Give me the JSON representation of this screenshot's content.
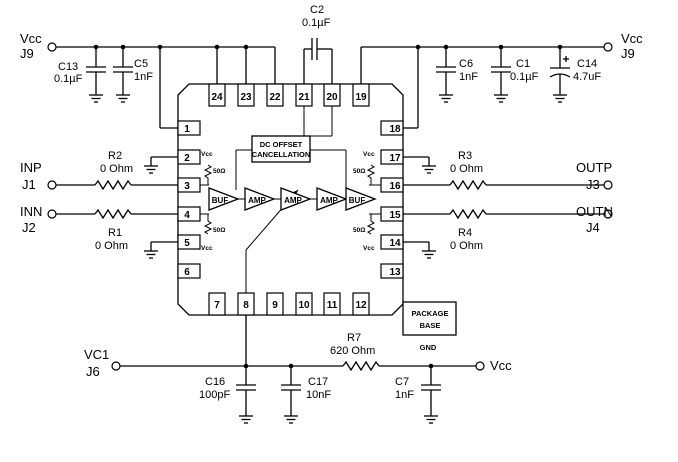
{
  "connectors": {
    "vcc_j9_left": [
      "Vcc",
      "J9"
    ],
    "vcc_j9_right": [
      "Vcc",
      "J9"
    ],
    "inp": [
      "INP",
      "J1"
    ],
    "inn": [
      "INN",
      "J2"
    ],
    "outp": [
      "OUTP",
      "J3"
    ],
    "outn": [
      "OUTN",
      "J4"
    ],
    "vc1": [
      "VC1",
      "J6"
    ],
    "vcc_bottom": "Vcc"
  },
  "components": {
    "C13": [
      "C13",
      "0.1µF"
    ],
    "C5": [
      "C5",
      "1nF"
    ],
    "C2": [
      "C2",
      "0.1µF"
    ],
    "C6": [
      "C6",
      "1nF"
    ],
    "C1": [
      "C1",
      "0.1µF"
    ],
    "C14": [
      "C14",
      "4.7uF"
    ],
    "R2": [
      "R2",
      "0 Ohm"
    ],
    "R1": [
      "R1",
      "0 Ohm"
    ],
    "R3": [
      "R3",
      "0 Ohm"
    ],
    "R4": [
      "R4",
      "0 Ohm"
    ],
    "R7": [
      "R7",
      "620 Ohm"
    ],
    "C16": [
      "C16",
      "100pF"
    ],
    "C17": [
      "C17",
      "10nF"
    ],
    "C7": [
      "C7",
      "1nF"
    ]
  },
  "pins": {
    "p1": "1",
    "p2": "2",
    "p3": "3",
    "p4": "4",
    "p5": "5",
    "p6": "6",
    "p7": "7",
    "p8": "8",
    "p9": "9",
    "p10": "10",
    "p11": "11",
    "p12": "12",
    "p13": "13",
    "p14": "14",
    "p15": "15",
    "p16": "16",
    "p17": "17",
    "p18": "18",
    "p19": "19",
    "p20": "20",
    "p21": "21",
    "p22": "22",
    "p23": "23",
    "p24": "24"
  },
  "internal": {
    "buf": "BUF",
    "amp": "AMP",
    "dc_offset": [
      "DC OFFSET",
      "CANCELLATION"
    ],
    "vcc": "Vcc",
    "r50": "50Ω"
  },
  "package_base": [
    "PACKAGE",
    "BASE"
  ],
  "gnd": "GND",
  "colors": {
    "line": "#000000",
    "background": "#ffffff"
  }
}
